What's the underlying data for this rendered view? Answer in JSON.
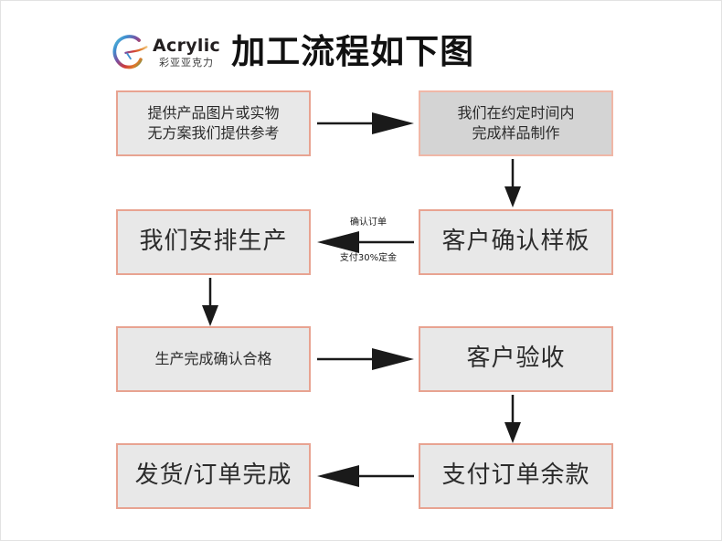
{
  "header": {
    "logo_icon": "acrylic-swirl-logo",
    "logo_en": "Acrylic",
    "logo_cn": "彩亚亚克力",
    "title": "加工流程如下图"
  },
  "colors": {
    "box_border": "#e8a391",
    "box_fill": "#e8e8e8",
    "box_fill_shaded": "#d4d4d4",
    "arrow": "#1a1a1a",
    "title_text": "#111111",
    "page_bg": "#ffffff"
  },
  "flow": {
    "nodes": [
      {
        "id": "n1",
        "text": "提供产品图片或实物\n无方案我们提供参考",
        "size": "small",
        "shaded": false
      },
      {
        "id": "n2",
        "text": "我们在约定时间内\n完成样品制作",
        "size": "small",
        "shaded": true
      },
      {
        "id": "n3",
        "text": "我们安排生产",
        "size": "large",
        "shaded": false
      },
      {
        "id": "n4",
        "text": "客户确认样板",
        "size": "large",
        "shaded": false
      },
      {
        "id": "n5",
        "text": "生产完成确认合格",
        "size": "small",
        "shaded": false
      },
      {
        "id": "n6",
        "text": "客户验收",
        "size": "large",
        "shaded": false
      },
      {
        "id": "n7",
        "text": "发货/订单完成",
        "size": "large",
        "shaded": false
      },
      {
        "id": "n8",
        "text": "支付订单余款",
        "size": "large",
        "shaded": false
      }
    ],
    "edges": [
      {
        "from": "n1",
        "to": "n2",
        "direction": "right",
        "label_top": "",
        "label_bottom": ""
      },
      {
        "from": "n2",
        "to": "n4",
        "direction": "down",
        "label_top": "",
        "label_bottom": ""
      },
      {
        "from": "n4",
        "to": "n3",
        "direction": "left",
        "label_top": "确认订单",
        "label_bottom": "支付30%定金"
      },
      {
        "from": "n3",
        "to": "n5",
        "direction": "down",
        "label_top": "",
        "label_bottom": ""
      },
      {
        "from": "n5",
        "to": "n6",
        "direction": "right",
        "label_top": "",
        "label_bottom": ""
      },
      {
        "from": "n6",
        "to": "n8",
        "direction": "down",
        "label_top": "",
        "label_bottom": ""
      },
      {
        "from": "n8",
        "to": "n7",
        "direction": "left",
        "label_top": "",
        "label_bottom": ""
      }
    ],
    "arrow_labels": {
      "confirm_order": "确认订单",
      "deposit": "支付30%定金"
    }
  }
}
